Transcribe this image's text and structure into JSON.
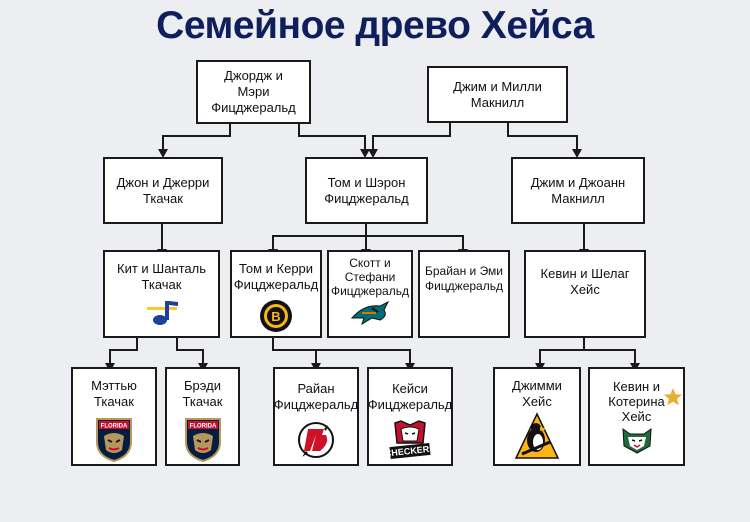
{
  "title": "Семейное древо Хейса",
  "gen1": {
    "fitzgerald": "Джордж и\nМэри\nФицджеральд",
    "mcneill": "Джим и Милли\nМакнилл"
  },
  "gen2": {
    "tkachuk": "Джон и Джерри\nТкачак",
    "tom_sharon": "Том и Шэрон\nФицджеральд",
    "jim_joann": "Джим и Джоанн\nМакнилл"
  },
  "gen3": {
    "keith": "Кит и Шанталь\nТкачак",
    "tom_kerry": "Том и Керри\nФицджеральд",
    "scott": "Скотт и\nСтефани\nФицджеральд",
    "brian": "Брайан и Эми\nФицджеральд",
    "kevin_sheelagh": "Кевин и Шелаг\nХейс"
  },
  "gen4": {
    "matthew": "Мэттью\nТкачак",
    "brady": "Брэди\nТкачак",
    "ryan": "Райан\nФицджеральд",
    "casey": "Кейси\nФицджеральд",
    "jimmy": "Джимми\nХейс",
    "kevin_k": "Кевин и\nКотерина\nХейс"
  },
  "logos": {
    "blues": "blues-note-logo",
    "bruins": "bruins-logo",
    "sharks": "sharks-logo",
    "panthers": "florida-panthers-logo",
    "devils": "devils-logo",
    "checkers": "checkers-logo",
    "penguins": "penguins-logo",
    "wild": "wild-cat-logo",
    "star": "star-icon"
  },
  "colors": {
    "title": "#0f1f5c",
    "blues": "#1f3f9a",
    "panthers_red": "#c8102e",
    "panthers_navy": "#041e42",
    "panthers_gold": "#b9975b",
    "devils": "#ce1126",
    "bruins_gold": "#fcb514",
    "sharks_teal": "#006d75",
    "checkers_red": "#c8102e",
    "penguins_gold": "#fcb514",
    "wild_green": "#1e6b3a",
    "star": "#e8b030"
  },
  "checkers_text": "CHECKERS"
}
